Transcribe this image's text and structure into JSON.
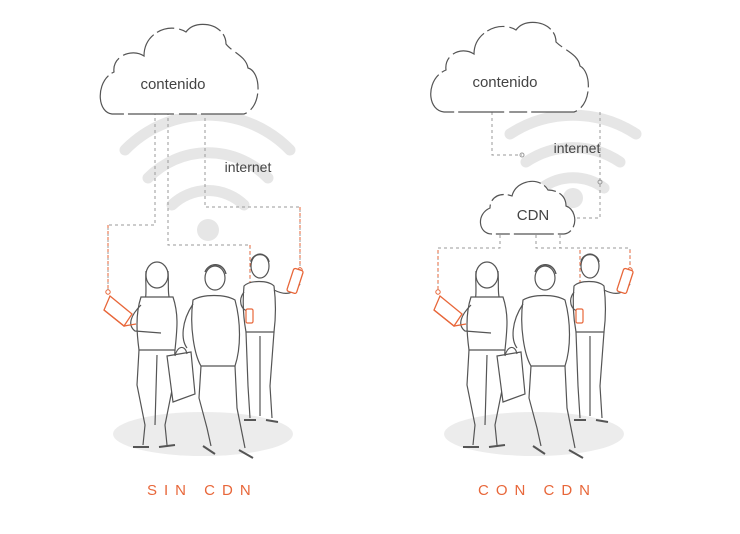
{
  "diagrams": [
    {
      "cloud_label": "contenido",
      "network_label": "internet",
      "caption": "SIN CDN"
    },
    {
      "cloud_label": "contenido",
      "network_label": "internet",
      "edge_label": "CDN",
      "caption": "CON CDN"
    }
  ],
  "colors": {
    "accent": "#e8673a",
    "line": "#555555",
    "wifi": "#e6e6e6",
    "ground": "#ececec",
    "dashed": "#999999"
  }
}
